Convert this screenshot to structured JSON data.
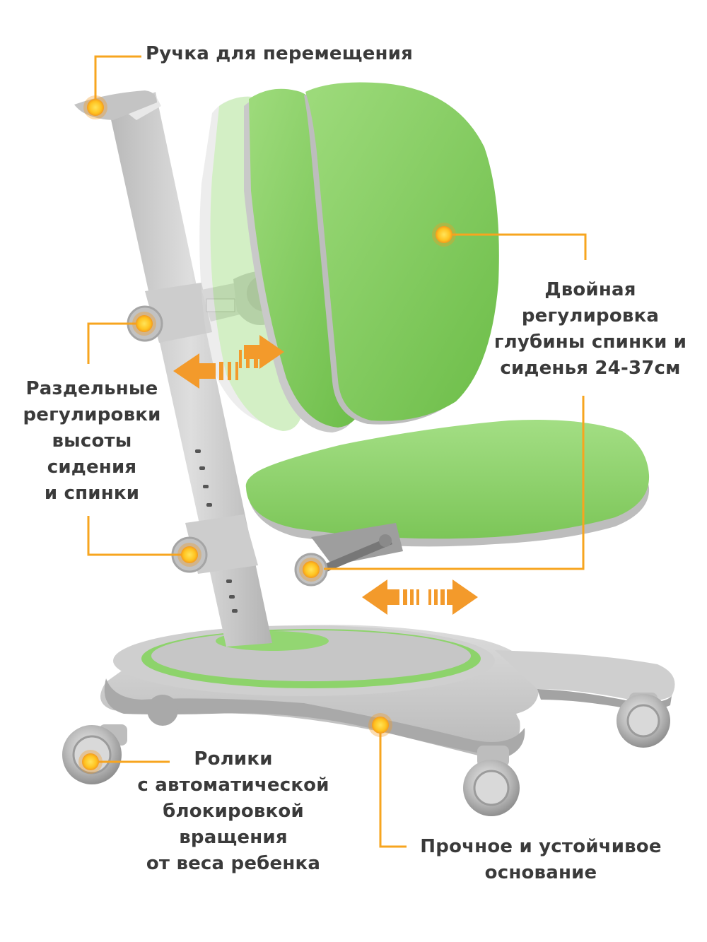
{
  "callouts": {
    "handle": {
      "lines": [
        "Ручка для перемещения"
      ]
    },
    "depth": {
      "lines": [
        "Двойная",
        "регулировка",
        "глубины спинки и",
        "сиденья 24-37см"
      ]
    },
    "height": {
      "lines": [
        "Раздельные",
        "регулировки",
        "высоты",
        "сидения",
        "и спинки"
      ]
    },
    "casters": {
      "lines": [
        "Ролики",
        "с автоматической",
        "блокировкой",
        "вращения",
        "от веса ребенка"
      ]
    },
    "base": {
      "lines": [
        "Прочное и устойчивое",
        "основание"
      ]
    }
  },
  "colors": {
    "accent": "#f7a51f",
    "fabric": "#8ed36a",
    "fabric_dark": "#6dbb4a",
    "frame": "#c9c9c9",
    "frame_dark": "#a8a8a8",
    "arrow": "#f39a2b",
    "text": "#3a3a3a"
  }
}
